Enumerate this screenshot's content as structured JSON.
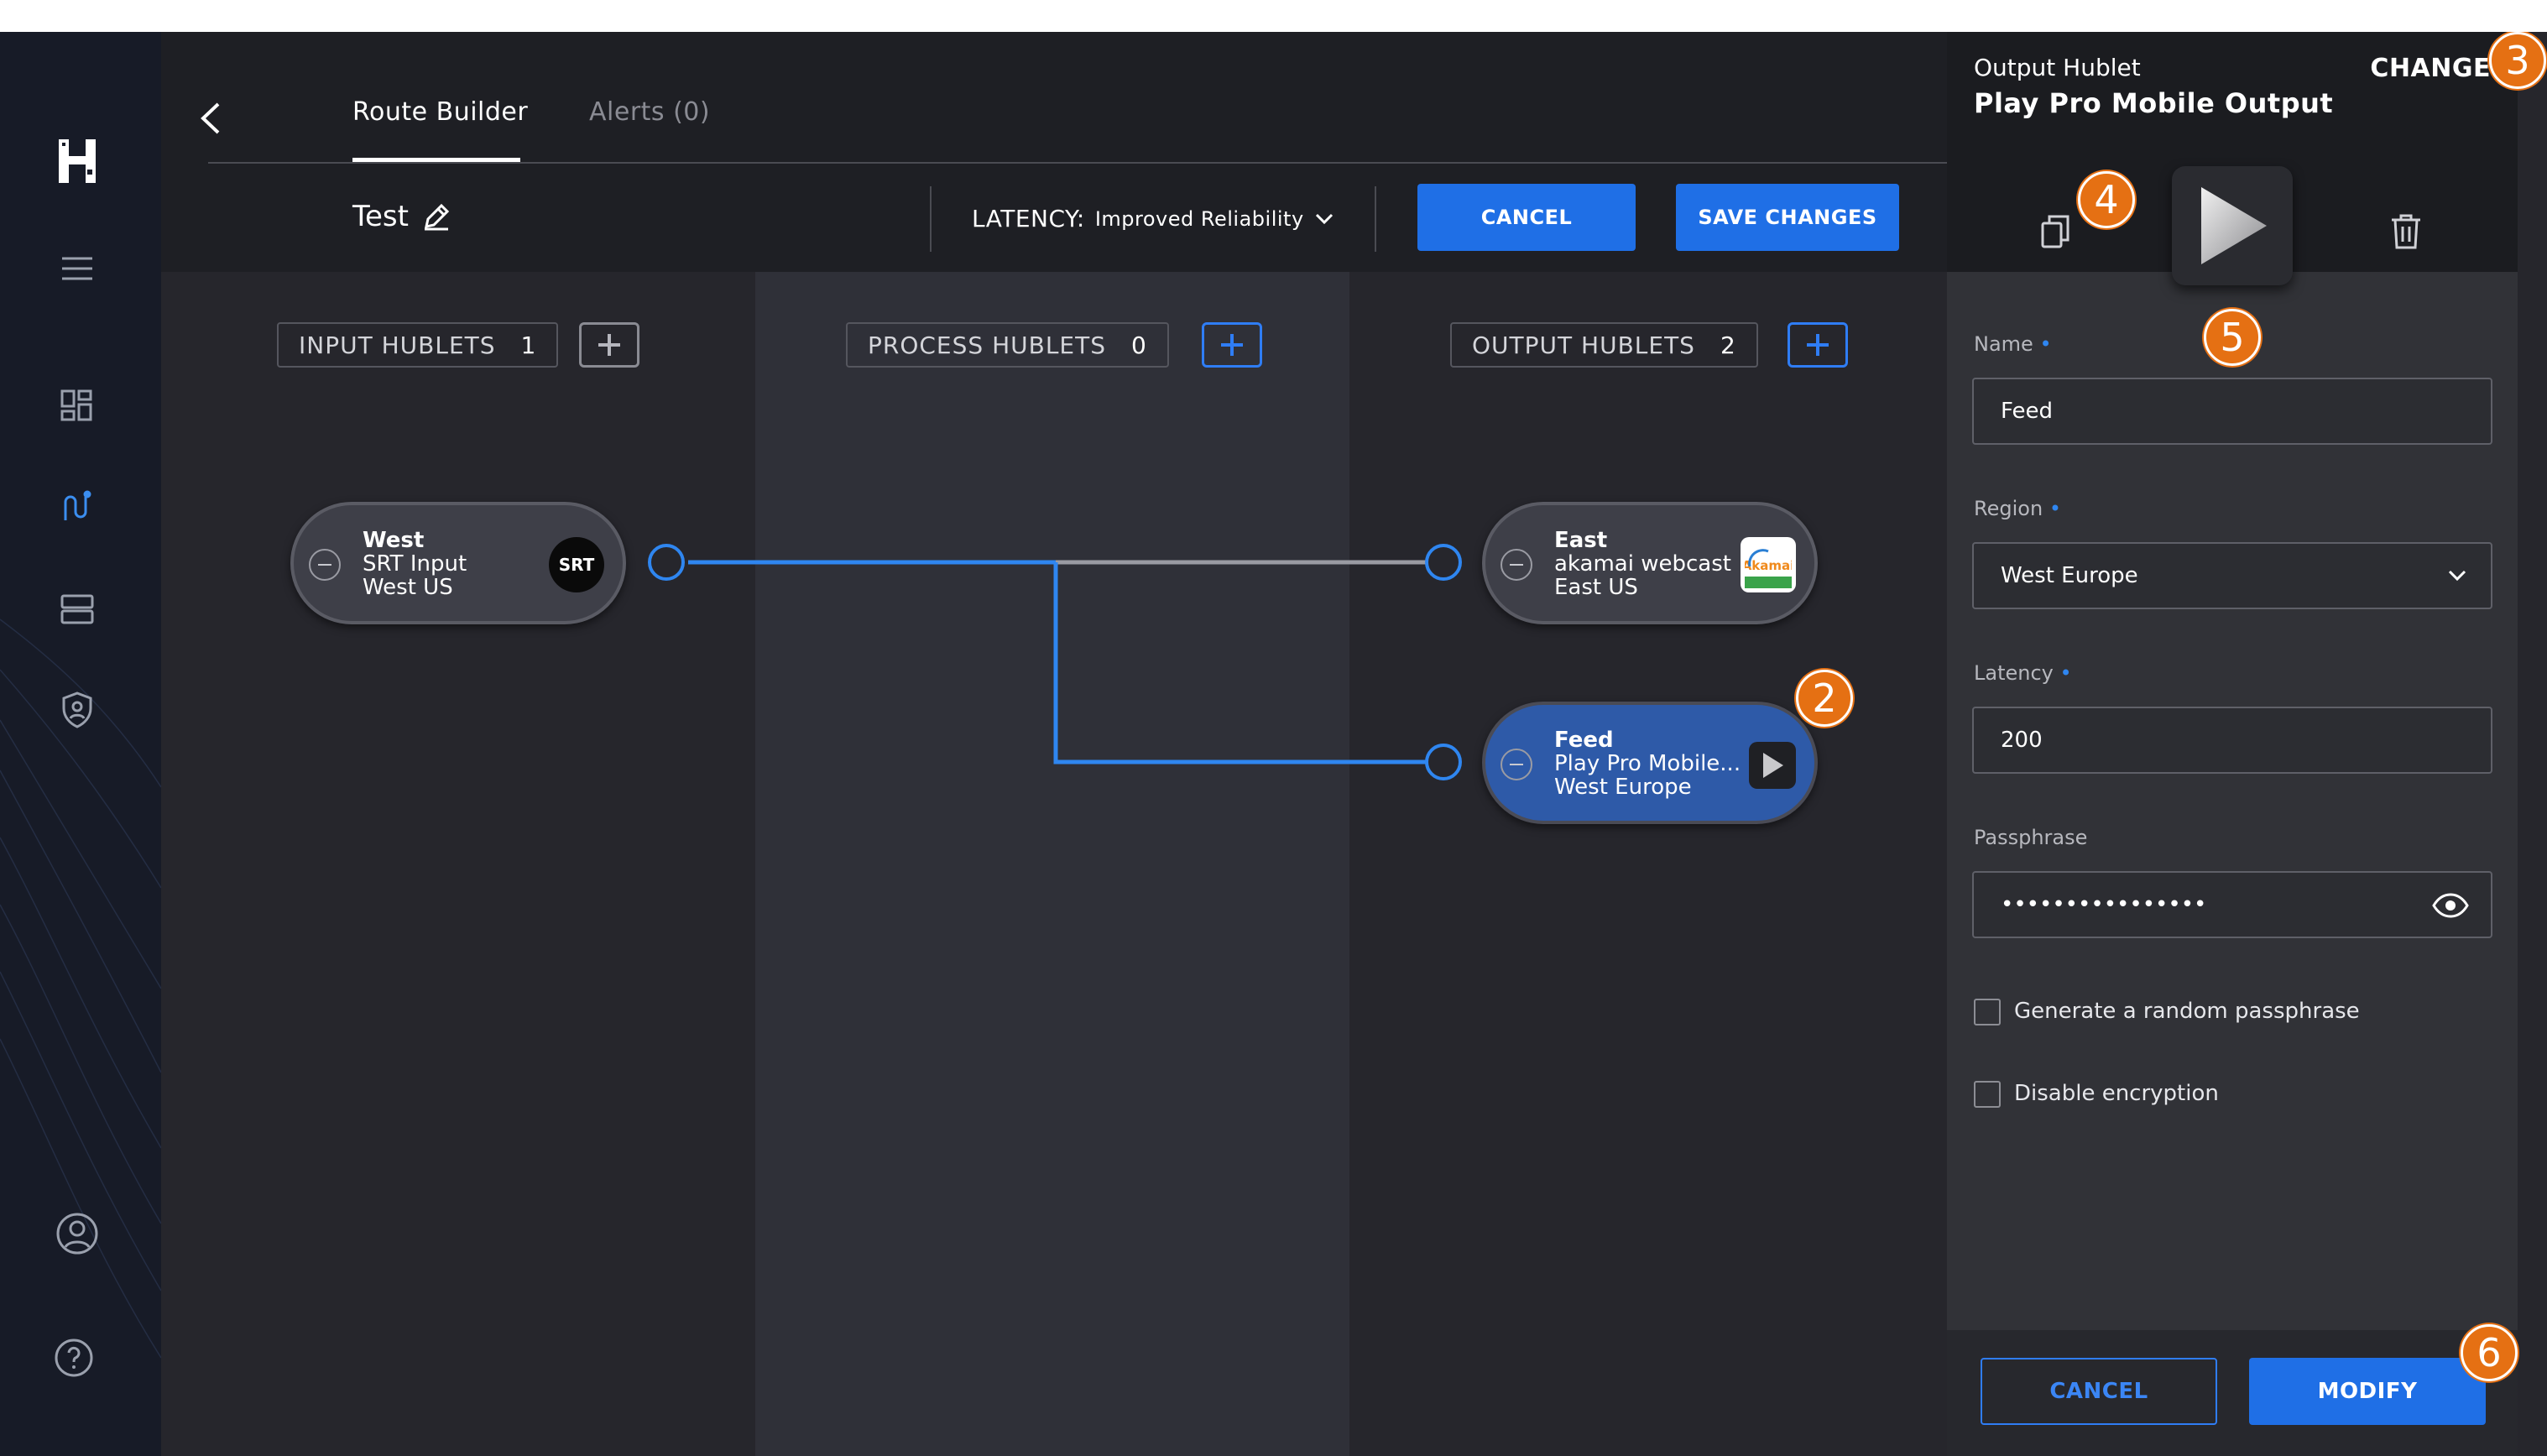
{
  "tabs": {
    "route_builder": "Route Builder",
    "alerts": "Alerts (0)"
  },
  "route": {
    "name": "Test"
  },
  "latency": {
    "label": "LATENCY:",
    "value": "Improved Reliability"
  },
  "toolbar": {
    "cancel": "CANCEL",
    "save": "SAVE CHANGES"
  },
  "hublets": {
    "input": {
      "label": "INPUT HUBLETS",
      "count": "1"
    },
    "process": {
      "label": "PROCESS HUBLETS",
      "count": "0"
    },
    "output": {
      "label": "OUTPUT HUBLETS",
      "count": "2"
    }
  },
  "nodes": {
    "west": {
      "line1": "West",
      "line2": "SRT Input",
      "line3": "West US",
      "logo": "SRT"
    },
    "east": {
      "line1": "East",
      "line2": "akamai webcast",
      "line3": "East US",
      "logo": "Akamai"
    },
    "feed": {
      "line1": "Feed",
      "line2": "Play Pro Mobile...",
      "line3": "West Europe"
    }
  },
  "panel": {
    "type": "Output Hublet",
    "name": "Play Pro Mobile Output",
    "change": "CHANGE",
    "fields": {
      "name": {
        "label": "Name",
        "value": "Feed"
      },
      "region": {
        "label": "Region",
        "value": "West Europe"
      },
      "latency": {
        "label": "Latency",
        "value": "200"
      },
      "passphrase": {
        "label": "Passphrase",
        "value": "••••••••••••••••"
      }
    },
    "checkboxes": {
      "random": "Generate a random passphrase",
      "encryption": "Disable encryption"
    },
    "cancel": "CANCEL",
    "modify": "MODIFY"
  },
  "badges": {
    "b2": "2",
    "b3": "3",
    "b4": "4",
    "b5": "5",
    "b6": "6"
  },
  "colors": {
    "accent": "#1f6fe6",
    "connector": "#2f86f0",
    "badge": "#e57013"
  }
}
